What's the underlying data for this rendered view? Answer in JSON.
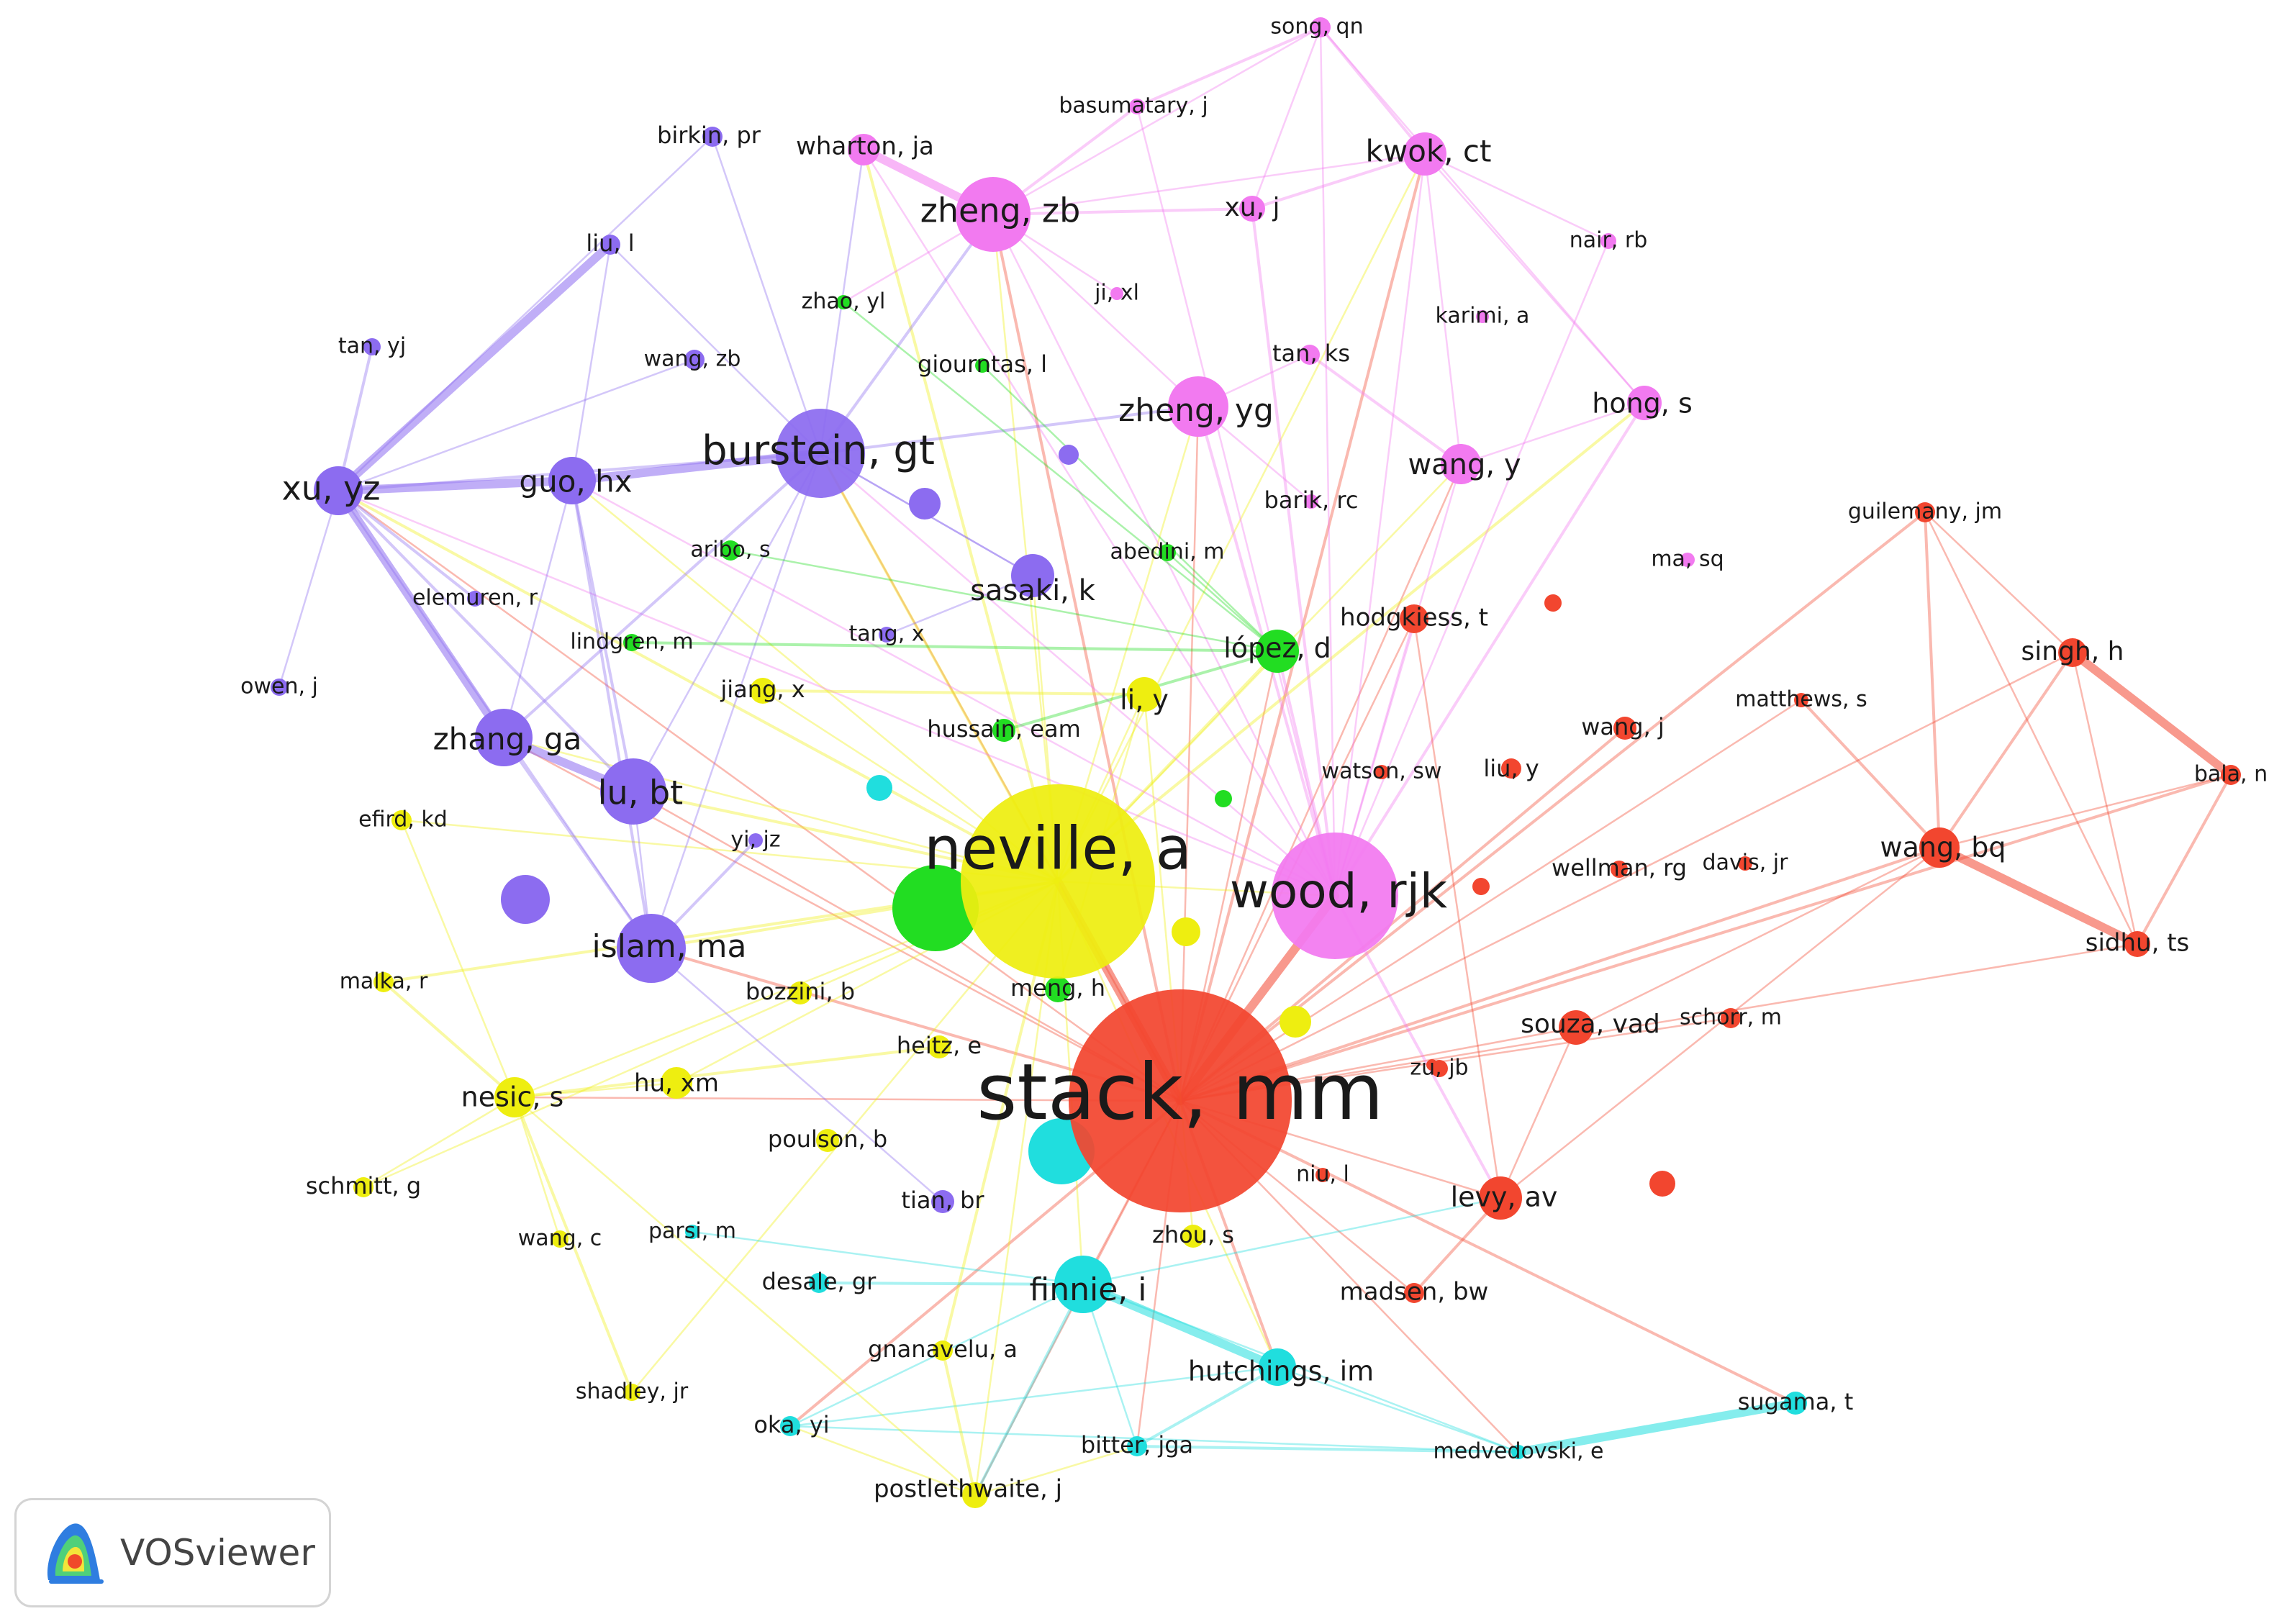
{
  "app": {
    "name": "VOSviewer"
  },
  "cluster_colors": {
    "purple": "#8c6cf0",
    "magenta": "#f27af0",
    "green": "#22dd22",
    "yellow": "#eeee10",
    "red": "#f2462f",
    "cyan": "#20dede"
  },
  "nodes": [
    {
      "id": "stack_mm",
      "label": "stack, mm",
      "cluster": "red"
    },
    {
      "id": "neville_a",
      "label": "neville, a",
      "cluster": "yellow"
    },
    {
      "id": "wood_rjk",
      "label": "wood, rjk",
      "cluster": "magenta"
    },
    {
      "id": "burstein_gt",
      "label": "burstein, gt",
      "cluster": "purple"
    },
    {
      "id": "zheng_zb",
      "label": "zheng, zb",
      "cluster": "magenta"
    },
    {
      "id": "zheng_yg",
      "label": "zheng, yg",
      "cluster": "magenta"
    },
    {
      "id": "xu_yz",
      "label": "xu, yz",
      "cluster": "purple"
    },
    {
      "id": "guo_hx",
      "label": "guo, hx",
      "cluster": "purple"
    },
    {
      "id": "lu_bt",
      "label": "lu, bt",
      "cluster": "purple"
    },
    {
      "id": "islam_ma",
      "label": "islam, ma",
      "cluster": "purple"
    },
    {
      "id": "zhang_ga",
      "label": "zhang, ga",
      "cluster": "purple"
    },
    {
      "id": "sasaki_k",
      "label": "sasaki, k",
      "cluster": "purple"
    },
    {
      "id": "finnie_i",
      "label": "finnie, i",
      "cluster": "cyan"
    },
    {
      "id": "hutchings_im",
      "label": "hutchings, im",
      "cluster": "cyan"
    },
    {
      "id": "kwok_ct",
      "label": "kwok, ct",
      "cluster": "magenta"
    },
    {
      "id": "wang_y",
      "label": "wang, y",
      "cluster": "magenta"
    },
    {
      "id": "hong_s",
      "label": "hong, s",
      "cluster": "magenta"
    },
    {
      "id": "wharton_ja",
      "label": "wharton, ja",
      "cluster": "magenta"
    },
    {
      "id": "lopez_d",
      "label": "lópez, d",
      "cluster": "green"
    },
    {
      "id": "li_y",
      "label": "li, y",
      "cluster": "yellow"
    },
    {
      "id": "nesic_s",
      "label": "nesic, s",
      "cluster": "yellow"
    },
    {
      "id": "hu_xm",
      "label": "hu, xm",
      "cluster": "yellow"
    },
    {
      "id": "levy_av",
      "label": "levy, av",
      "cluster": "red"
    },
    {
      "id": "souza_vad",
      "label": "souza, vad",
      "cluster": "red"
    },
    {
      "id": "wang_bq",
      "label": "wang, bq",
      "cluster": "red"
    },
    {
      "id": "postlethwaite_j",
      "label": "postlethwaite, j",
      "cluster": "yellow"
    },
    {
      "id": "song_qn",
      "label": "song, qn",
      "cluster": "magenta"
    },
    {
      "id": "basumatary_j",
      "label": "basumatary, j",
      "cluster": "magenta"
    },
    {
      "id": "birkin_pr",
      "label": "birkin, pr",
      "cluster": "purple"
    },
    {
      "id": "liu_l",
      "label": "liu, l",
      "cluster": "purple"
    },
    {
      "id": "xu_j",
      "label": "xu, j",
      "cluster": "magenta"
    },
    {
      "id": "nair_rb",
      "label": "nair, rb",
      "cluster": "magenta"
    },
    {
      "id": "ji_xl",
      "label": "ji, xl",
      "cluster": "magenta"
    },
    {
      "id": "zhao_yl",
      "label": "zhao, yl",
      "cluster": "green"
    },
    {
      "id": "karimi_a",
      "label": "karimi, a",
      "cluster": "magenta"
    },
    {
      "id": "tan_yj",
      "label": "tan, yj",
      "cluster": "purple"
    },
    {
      "id": "wang_zb",
      "label": "wang, zb",
      "cluster": "purple"
    },
    {
      "id": "giourntas_l",
      "label": "giourntas, l",
      "cluster": "green"
    },
    {
      "id": "tan_ks",
      "label": "tan, ks",
      "cluster": "magenta"
    },
    {
      "id": "barik_rc",
      "label": "barik, rc",
      "cluster": "magenta"
    },
    {
      "id": "guilemany_jm",
      "label": "guilemany, jm",
      "cluster": "red"
    },
    {
      "id": "aribo_s",
      "label": "aribo, s",
      "cluster": "green"
    },
    {
      "id": "abedini_m",
      "label": "abedini, m",
      "cluster": "green"
    },
    {
      "id": "ma_sq",
      "label": "ma, sq",
      "cluster": "magenta"
    },
    {
      "id": "elemuren_r",
      "label": "elemuren, r",
      "cluster": "purple"
    },
    {
      "id": "hodgkiess_t",
      "label": "hodgkiess, t",
      "cluster": "red"
    },
    {
      "id": "lindgren_m",
      "label": "lindgren, m",
      "cluster": "green"
    },
    {
      "id": "tang_x",
      "label": "tang, x",
      "cluster": "purple"
    },
    {
      "id": "singh_h",
      "label": "singh, h",
      "cluster": "red"
    },
    {
      "id": "owen_j",
      "label": "owen, j",
      "cluster": "purple"
    },
    {
      "id": "jiang_x",
      "label": "jiang, x",
      "cluster": "yellow"
    },
    {
      "id": "matthews_s",
      "label": "matthews, s",
      "cluster": "red"
    },
    {
      "id": "wang_j",
      "label": "wang, j",
      "cluster": "red"
    },
    {
      "id": "hussain_eam",
      "label": "hussain, eam",
      "cluster": "green"
    },
    {
      "id": "watson_sw",
      "label": "watson, sw",
      "cluster": "red"
    },
    {
      "id": "liu_y",
      "label": "liu, y",
      "cluster": "red"
    },
    {
      "id": "bala_n",
      "label": "bala, n",
      "cluster": "red"
    },
    {
      "id": "efird_kd",
      "label": "efird, kd",
      "cluster": "yellow"
    },
    {
      "id": "yi_jz",
      "label": "yi, jz",
      "cluster": "purple"
    },
    {
      "id": "wellman_rg",
      "label": "wellman, rg",
      "cluster": "red"
    },
    {
      "id": "davis_jr",
      "label": "davis, jr",
      "cluster": "red"
    },
    {
      "id": "sidhu_ts",
      "label": "sidhu, ts",
      "cluster": "red"
    },
    {
      "id": "malka_r",
      "label": "malka, r",
      "cluster": "yellow"
    },
    {
      "id": "bozzini_b",
      "label": "bozzini, b",
      "cluster": "yellow"
    },
    {
      "id": "meng_h",
      "label": "meng, h",
      "cluster": "green"
    },
    {
      "id": "schorr_m",
      "label": "schorr, m",
      "cluster": "red"
    },
    {
      "id": "heitz_e",
      "label": "heitz, e",
      "cluster": "yellow"
    },
    {
      "id": "zu_jb",
      "label": "zu, jb",
      "cluster": "red"
    },
    {
      "id": "poulson_b",
      "label": "poulson, b",
      "cluster": "yellow"
    },
    {
      "id": "schmitt_g",
      "label": "schmitt, g",
      "cluster": "yellow"
    },
    {
      "id": "niu_l",
      "label": "niu, l",
      "cluster": "red"
    },
    {
      "id": "tian_br",
      "label": "tian, br",
      "cluster": "purple"
    },
    {
      "id": "wang_c",
      "label": "wang, c",
      "cluster": "yellow"
    },
    {
      "id": "parsi_m",
      "label": "parsi, m",
      "cluster": "cyan"
    },
    {
      "id": "zhou_s",
      "label": "zhou, s",
      "cluster": "yellow"
    },
    {
      "id": "desale_gr",
      "label": "desale, gr",
      "cluster": "cyan"
    },
    {
      "id": "madsen_bw",
      "label": "madsen, bw",
      "cluster": "red"
    },
    {
      "id": "gnanavelu_a",
      "label": "gnanavelu, a",
      "cluster": "yellow"
    },
    {
      "id": "shadley_jr",
      "label": "shadley, jr",
      "cluster": "yellow"
    },
    {
      "id": "sugama_t",
      "label": "sugama, t",
      "cluster": "cyan"
    },
    {
      "id": "oka_yi",
      "label": "oka, yi",
      "cluster": "cyan"
    },
    {
      "id": "bitter_jga",
      "label": "bitter, jga",
      "cluster": "cyan"
    },
    {
      "id": "medvedovski_e",
      "label": "medvedovski, e",
      "cluster": "cyan"
    }
  ]
}
